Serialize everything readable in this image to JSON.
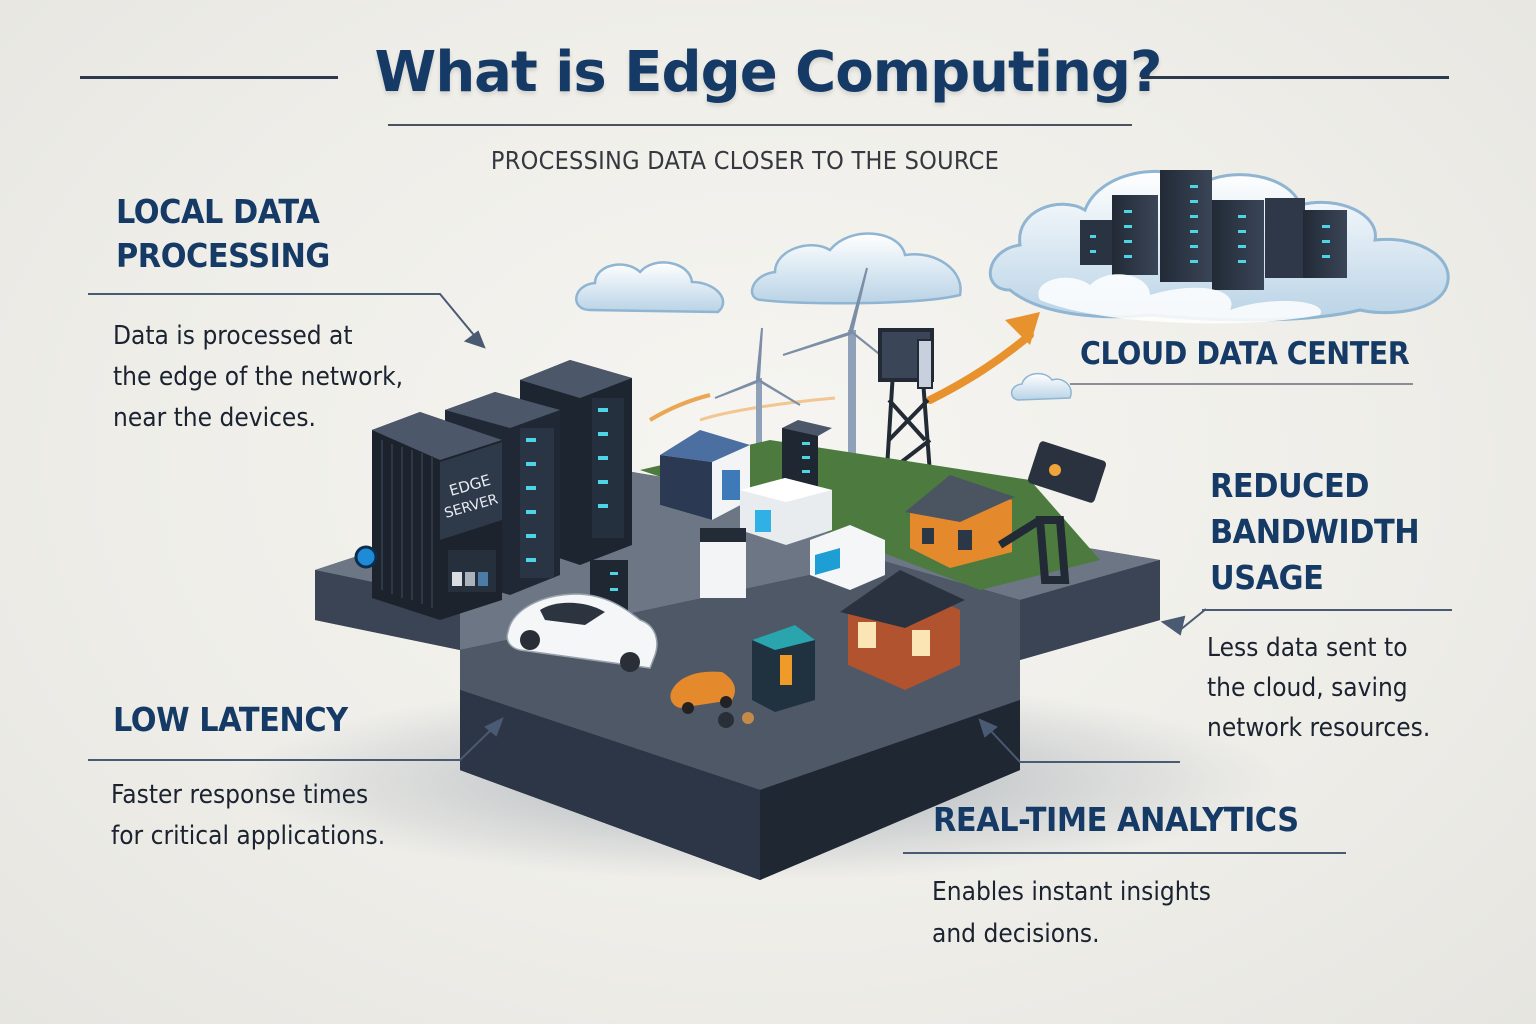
{
  "header": {
    "title": "What is Edge Computing?",
    "subtitle": "PROCESSING DATA CLOSER TO THE SOURCE"
  },
  "callouts": {
    "local_processing": {
      "title_line1": "LOCAL DATA",
      "title_line2": "PROCESSING",
      "desc_line1": "Data is processed at",
      "desc_line2": "the edge of the network,",
      "desc_line3": "near the devices."
    },
    "cloud": {
      "title": "CLOUD DATA CENTER"
    },
    "bandwidth": {
      "title_line1": "REDUCED",
      "title_line2": "BANDWIDTH",
      "title_line3": "USAGE",
      "desc_line1": "Less data sent to",
      "desc_line2": "the cloud, saving",
      "desc_line3": "network resources."
    },
    "latency": {
      "title": "LOW LATENCY",
      "desc_line1": "Faster response times",
      "desc_line2": "for critical applications."
    },
    "analytics": {
      "title": "REAL-TIME ANALYTICS",
      "desc_line1": "Enables instant insights",
      "desc_line2": "and decisions."
    }
  },
  "illustration": {
    "edge_server_label_line1": "EDGE",
    "edge_server_label_line2": "SERVER",
    "elements": [
      "edge-server-racks",
      "wind-turbines",
      "cell-tower",
      "connected-car",
      "delivery-van",
      "smart-home",
      "factory",
      "security-camera",
      "cloud-servers",
      "data-flow-arrows"
    ]
  },
  "colors": {
    "title": "#163a66",
    "body_text": "#1b2331",
    "rule": "#2c3a4f",
    "accent_arrow": "#e8922e",
    "cloud": "#a9c8de",
    "server": "#2a3342",
    "led": "#4fd4e6"
  }
}
